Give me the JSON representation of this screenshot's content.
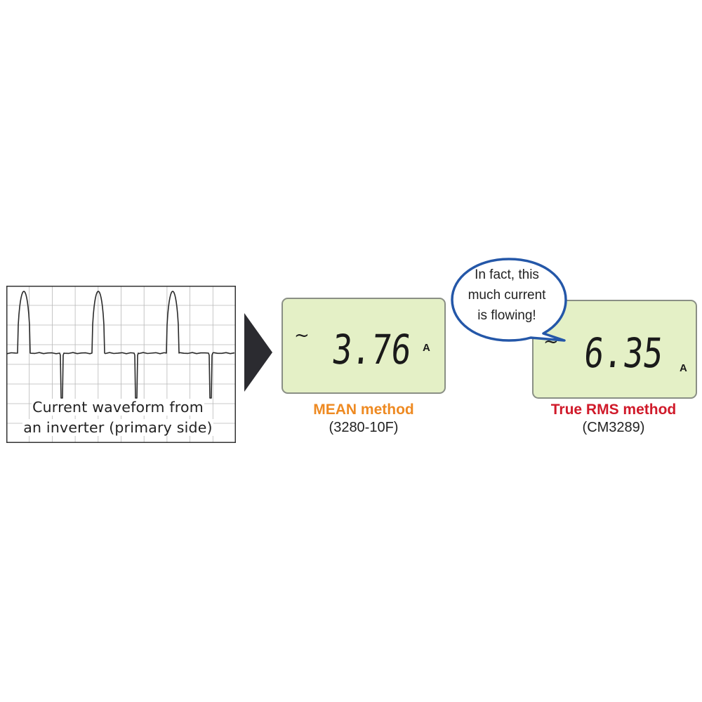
{
  "waveform": {
    "caption_line1": "Current waveform from",
    "caption_line2": "an inverter (primary side)"
  },
  "mean_meter": {
    "ac_symbol": "~",
    "reading": "3.76",
    "unit": "A",
    "method_label": "MEAN method",
    "model": "(3280-10F)",
    "label_color": "#ee8a22"
  },
  "rms_meter": {
    "ac_symbol": "~",
    "reading": "6.35",
    "unit": "A",
    "method_label": "True RMS method",
    "model": "(CM3289)",
    "label_color": "#d01a2a"
  },
  "callout": {
    "line1": "In fact, this",
    "line2": "much current",
    "line3": "is flowing!",
    "border_color": "#2457a8"
  },
  "colors": {
    "lcd_background": "#e4f0c6",
    "arrow": "#2b2b30"
  }
}
